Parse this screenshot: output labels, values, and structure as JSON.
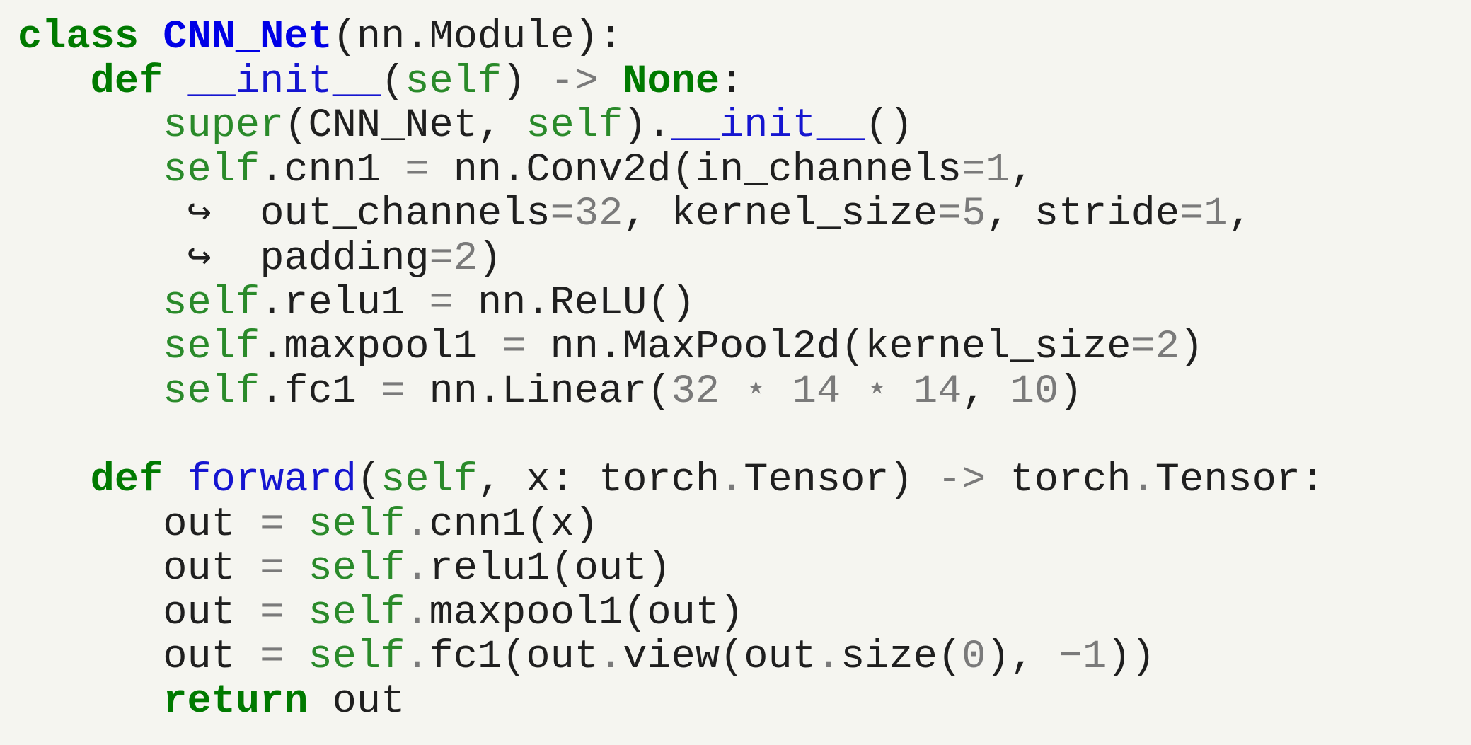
{
  "code": {
    "lines": [
      [
        {
          "t": "kw",
          "v": "class"
        },
        {
          "t": "txt",
          "v": " "
        },
        {
          "t": "cls",
          "v": "CNN_Net"
        },
        {
          "t": "txt",
          "v": "(nn.Module):"
        }
      ],
      [
        {
          "t": "txt",
          "v": "   "
        },
        {
          "t": "kw",
          "v": "def"
        },
        {
          "t": "txt",
          "v": " "
        },
        {
          "t": "fn",
          "v": "__init__"
        },
        {
          "t": "txt",
          "v": "("
        },
        {
          "t": "bi",
          "v": "self"
        },
        {
          "t": "txt",
          "v": ") "
        },
        {
          "t": "op",
          "v": "->"
        },
        {
          "t": "txt",
          "v": " "
        },
        {
          "t": "kw",
          "v": "None"
        },
        {
          "t": "txt",
          "v": ":"
        }
      ],
      [
        {
          "t": "txt",
          "v": "      "
        },
        {
          "t": "bi",
          "v": "super"
        },
        {
          "t": "txt",
          "v": "(CNN_Net, "
        },
        {
          "t": "bi",
          "v": "self"
        },
        {
          "t": "txt",
          "v": ")."
        },
        {
          "t": "fn",
          "v": "__init__"
        },
        {
          "t": "txt",
          "v": "()"
        }
      ],
      [
        {
          "t": "txt",
          "v": "      "
        },
        {
          "t": "bi",
          "v": "self"
        },
        {
          "t": "txt",
          "v": ".cnn1 "
        },
        {
          "t": "op",
          "v": "="
        },
        {
          "t": "txt",
          "v": " nn.Conv2d(in_channels"
        },
        {
          "t": "op",
          "v": "="
        },
        {
          "t": "num",
          "v": "1"
        },
        {
          "t": "txt",
          "v": ","
        }
      ],
      [
        {
          "t": "txt",
          "v": "       "
        },
        {
          "t": "cont",
          "v": "↪"
        },
        {
          "t": "txt",
          "v": "  out_channels"
        },
        {
          "t": "op",
          "v": "="
        },
        {
          "t": "num",
          "v": "32"
        },
        {
          "t": "txt",
          "v": ", kernel_size"
        },
        {
          "t": "op",
          "v": "="
        },
        {
          "t": "num",
          "v": "5"
        },
        {
          "t": "txt",
          "v": ", stride"
        },
        {
          "t": "op",
          "v": "="
        },
        {
          "t": "num",
          "v": "1"
        },
        {
          "t": "txt",
          "v": ","
        }
      ],
      [
        {
          "t": "txt",
          "v": "       "
        },
        {
          "t": "cont",
          "v": "↪"
        },
        {
          "t": "txt",
          "v": "  padding"
        },
        {
          "t": "op",
          "v": "="
        },
        {
          "t": "num",
          "v": "2"
        },
        {
          "t": "txt",
          "v": ")"
        }
      ],
      [
        {
          "t": "txt",
          "v": "      "
        },
        {
          "t": "bi",
          "v": "self"
        },
        {
          "t": "txt",
          "v": ".relu1 "
        },
        {
          "t": "op",
          "v": "="
        },
        {
          "t": "txt",
          "v": " nn.ReLU()"
        }
      ],
      [
        {
          "t": "txt",
          "v": "      "
        },
        {
          "t": "bi",
          "v": "self"
        },
        {
          "t": "txt",
          "v": ".maxpool1 "
        },
        {
          "t": "op",
          "v": "="
        },
        {
          "t": "txt",
          "v": " nn.MaxPool2d(kernel_size"
        },
        {
          "t": "op",
          "v": "="
        },
        {
          "t": "num",
          "v": "2"
        },
        {
          "t": "txt",
          "v": ")"
        }
      ],
      [
        {
          "t": "txt",
          "v": "      "
        },
        {
          "t": "bi",
          "v": "self"
        },
        {
          "t": "txt",
          "v": ".fc1 "
        },
        {
          "t": "op",
          "v": "="
        },
        {
          "t": "txt",
          "v": " nn.Linear("
        },
        {
          "t": "num",
          "v": "32"
        },
        {
          "t": "txt",
          "v": " "
        },
        {
          "t": "op",
          "v": "⋆"
        },
        {
          "t": "txt",
          "v": " "
        },
        {
          "t": "num",
          "v": "14"
        },
        {
          "t": "txt",
          "v": " "
        },
        {
          "t": "op",
          "v": "⋆"
        },
        {
          "t": "txt",
          "v": " "
        },
        {
          "t": "num",
          "v": "14"
        },
        {
          "t": "txt",
          "v": ", "
        },
        {
          "t": "num",
          "v": "10"
        },
        {
          "t": "txt",
          "v": ")"
        }
      ],
      [],
      [
        {
          "t": "txt",
          "v": "   "
        },
        {
          "t": "kw",
          "v": "def"
        },
        {
          "t": "txt",
          "v": " "
        },
        {
          "t": "fn",
          "v": "forward"
        },
        {
          "t": "txt",
          "v": "("
        },
        {
          "t": "bi",
          "v": "self"
        },
        {
          "t": "txt",
          "v": ", x: torch"
        },
        {
          "t": "op",
          "v": "."
        },
        {
          "t": "txt",
          "v": "Tensor) "
        },
        {
          "t": "op",
          "v": "->"
        },
        {
          "t": "txt",
          "v": " torch"
        },
        {
          "t": "op",
          "v": "."
        },
        {
          "t": "txt",
          "v": "Tensor:"
        }
      ],
      [
        {
          "t": "txt",
          "v": "      out "
        },
        {
          "t": "op",
          "v": "="
        },
        {
          "t": "txt",
          "v": " "
        },
        {
          "t": "bi",
          "v": "self"
        },
        {
          "t": "op",
          "v": "."
        },
        {
          "t": "txt",
          "v": "cnn1(x)"
        }
      ],
      [
        {
          "t": "txt",
          "v": "      out "
        },
        {
          "t": "op",
          "v": "="
        },
        {
          "t": "txt",
          "v": " "
        },
        {
          "t": "bi",
          "v": "self"
        },
        {
          "t": "op",
          "v": "."
        },
        {
          "t": "txt",
          "v": "relu1(out)"
        }
      ],
      [
        {
          "t": "txt",
          "v": "      out "
        },
        {
          "t": "op",
          "v": "="
        },
        {
          "t": "txt",
          "v": " "
        },
        {
          "t": "bi",
          "v": "self"
        },
        {
          "t": "op",
          "v": "."
        },
        {
          "t": "txt",
          "v": "maxpool1(out)"
        }
      ],
      [
        {
          "t": "txt",
          "v": "      out "
        },
        {
          "t": "op",
          "v": "="
        },
        {
          "t": "txt",
          "v": " "
        },
        {
          "t": "bi",
          "v": "self"
        },
        {
          "t": "op",
          "v": "."
        },
        {
          "t": "txt",
          "v": "fc1(out"
        },
        {
          "t": "op",
          "v": "."
        },
        {
          "t": "txt",
          "v": "view(out"
        },
        {
          "t": "op",
          "v": "."
        },
        {
          "t": "txt",
          "v": "size("
        },
        {
          "t": "num",
          "v": "0"
        },
        {
          "t": "txt",
          "v": "), "
        },
        {
          "t": "num",
          "v": "−1"
        },
        {
          "t": "txt",
          "v": "))"
        }
      ],
      [
        {
          "t": "txt",
          "v": "      "
        },
        {
          "t": "kw",
          "v": "return"
        },
        {
          "t": "txt",
          "v": " out"
        }
      ]
    ]
  }
}
